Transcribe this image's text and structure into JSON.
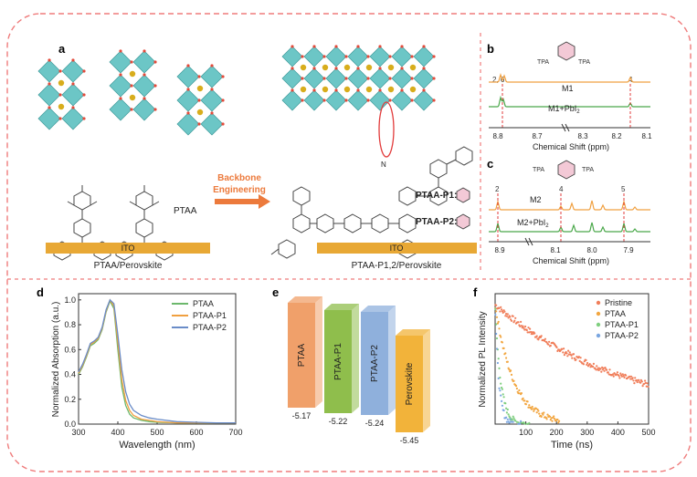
{
  "panels": {
    "a": {
      "label": "a",
      "left_material": "PTAA",
      "left_substrate": "ITO",
      "left_caption": "PTAA/Perovskite",
      "arrow_text_line1": "Backbone",
      "arrow_text_line2": "Engineering",
      "right_substrate": "ITO",
      "right_caption": "PTAA-P1,2/Perovskite",
      "p1_label": "PTAA-P1:",
      "p2_label": "PTAA-P2:",
      "colors": {
        "octahedra": "#6cc6c6",
        "cation": "#d8ad1c",
        "substrate": "#e8a835",
        "arrow": "#ec7a3c",
        "highlight": "#e23b3b"
      }
    },
    "b": {
      "label": "b",
      "molecule_sub_left": "TPA",
      "molecule_sub_right": "TPA",
      "peak_labels": [
        "2, 6",
        "4"
      ],
      "trace_top": "M1",
      "trace_bottom": "M1+PbI",
      "trace_bottom_sub": "2",
      "x_ticks": [
        "8.8",
        "8.7",
        "8.3",
        "8.2",
        "8.1"
      ],
      "xlabel": "Chemical Shift (ppm)"
    },
    "c": {
      "label": "c",
      "molecule_sub_left": "TPA",
      "molecule_sub_right": "TPA",
      "peak_labels": [
        "2",
        "4",
        "5"
      ],
      "trace_top": "M2",
      "trace_bottom": "M2+PbI",
      "trace_bottom_sub": "2",
      "x_ticks": [
        "8.9",
        "8.1",
        "8.0",
        "7.9"
      ],
      "xlabel": "Chemical Shift (ppm)"
    },
    "e": {
      "label": "e",
      "bars": [
        {
          "name": "PTAA",
          "level": "-5.17",
          "color": "#f0a06a"
        },
        {
          "name": "PTAA-P1",
          "level": "-5.22",
          "color": "#8fbe4c"
        },
        {
          "name": "PTAA-P2",
          "level": "-5.24",
          "color": "#8fb0dc"
        },
        {
          "name": "Perovskite",
          "level": "-5.45",
          "color": "#f2b33a"
        }
      ]
    }
  },
  "chart_data": [
    {
      "panel": "d",
      "label": "d",
      "type": "line",
      "xlabel": "Wavelength (nm)",
      "ylabel": "Normalized Absorption (a.u.)",
      "xlim": [
        300,
        700
      ],
      "ylim": [
        0,
        1.05
      ],
      "x_ticks": [
        300,
        400,
        500,
        600,
        700
      ],
      "y_ticks": [
        "0.0",
        "0.2",
        "0.4",
        "0.6",
        "0.8",
        "1.0"
      ],
      "legend_position": "top-right",
      "x": [
        300,
        310,
        320,
        330,
        340,
        350,
        360,
        370,
        380,
        390,
        400,
        410,
        420,
        430,
        440,
        460,
        480,
        500,
        550,
        600,
        650,
        700
      ],
      "series": [
        {
          "name": "PTAA",
          "color": "#6cb86c",
          "values": [
            0.4,
            0.46,
            0.54,
            0.63,
            0.65,
            0.68,
            0.76,
            0.9,
            0.99,
            0.93,
            0.6,
            0.3,
            0.15,
            0.08,
            0.05,
            0.03,
            0.02,
            0.015,
            0.01,
            0.01,
            0.01,
            0.01
          ]
        },
        {
          "name": "PTAA-P1",
          "color": "#f0a040",
          "values": [
            0.41,
            0.47,
            0.55,
            0.64,
            0.66,
            0.69,
            0.77,
            0.91,
            1.0,
            0.95,
            0.66,
            0.36,
            0.19,
            0.11,
            0.07,
            0.04,
            0.03,
            0.02,
            0.01,
            0.01,
            0.01,
            0.01
          ]
        },
        {
          "name": "PTAA-P2",
          "color": "#6a8cc8",
          "values": [
            0.42,
            0.48,
            0.56,
            0.65,
            0.67,
            0.7,
            0.78,
            0.92,
            1.0,
            0.97,
            0.72,
            0.44,
            0.26,
            0.16,
            0.11,
            0.07,
            0.05,
            0.04,
            0.02,
            0.015,
            0.01,
            0.01
          ]
        }
      ]
    },
    {
      "panel": "f",
      "label": "f",
      "type": "scatter",
      "xlabel": "Time (ns)",
      "ylabel": "Normalized PL Intensity",
      "xlim": [
        0,
        500
      ],
      "x_ticks": [
        100,
        200,
        300,
        400,
        500
      ],
      "legend_position": "top-right",
      "series": [
        {
          "name": "Pristine",
          "color": "#f07e5a",
          "tau": 450,
          "x_max": 500
        },
        {
          "name": "PTAA",
          "color": "#f2a640",
          "tau": 60,
          "x_max": 210
        },
        {
          "name": "PTAA-P1",
          "color": "#7fcf7f",
          "tau": 18,
          "x_max": 120
        },
        {
          "name": "PTAA-P2",
          "color": "#7aa6e0",
          "tau": 12,
          "x_max": 100
        }
      ]
    }
  ]
}
